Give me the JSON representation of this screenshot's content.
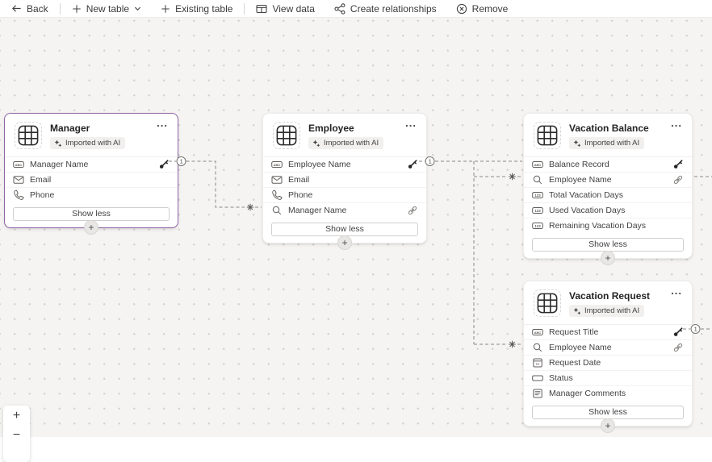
{
  "toolbar": {
    "back_label": "Back",
    "new_table_label": "New table",
    "existing_table_label": "Existing table",
    "view_data_label": "View data",
    "create_relationships_label": "Create relationships",
    "remove_label": "Remove"
  },
  "badge_label": "Imported with AI",
  "show_less_label": "Show less",
  "menu_label": "...",
  "add_field_label": "+",
  "connector": {
    "one_label": "1"
  },
  "zoom_controls": {
    "zoom_in_label": "+",
    "zoom_out_label": "−"
  },
  "tables": [
    {
      "name": "Manager",
      "badge": "Imported with AI",
      "selected": true,
      "fields": [
        {
          "label": "Manager Name",
          "icon": "text-field-icon",
          "right_icon": "key-icon"
        },
        {
          "label": "Email",
          "icon": "email-icon"
        },
        {
          "label": "Phone",
          "icon": "phone-icon"
        }
      ]
    },
    {
      "name": "Employee",
      "badge": "Imported with AI",
      "selected": false,
      "fields": [
        {
          "label": "Employee Name",
          "icon": "text-field-icon",
          "right_icon": "key-icon"
        },
        {
          "label": "Email",
          "icon": "email-icon"
        },
        {
          "label": "Phone",
          "icon": "phone-icon"
        },
        {
          "label": "Manager Name",
          "icon": "lookup-icon",
          "right_icon": "link-icon"
        }
      ]
    },
    {
      "name": "Vacation Balance",
      "badge": "Imported with AI",
      "selected": false,
      "fields": [
        {
          "label": "Balance Record",
          "icon": "text-field-icon",
          "right_icon": "key-icon"
        },
        {
          "label": "Employee Name",
          "icon": "lookup-icon",
          "right_icon": "link-icon"
        },
        {
          "label": "Total Vacation Days",
          "icon": "number-icon"
        },
        {
          "label": "Used Vacation Days",
          "icon": "number-icon"
        },
        {
          "label": "Remaining Vacation Days",
          "icon": "number-icon"
        }
      ]
    },
    {
      "name": "Vacation Request",
      "badge": "Imported with AI",
      "selected": false,
      "fields": [
        {
          "label": "Request Title",
          "icon": "text-field-icon",
          "right_icon": "key-icon"
        },
        {
          "label": "Employee Name",
          "icon": "lookup-icon",
          "right_icon": "link-icon"
        },
        {
          "label": "Request Date",
          "icon": "date-icon"
        },
        {
          "label": "Status",
          "icon": "choice-icon"
        },
        {
          "label": "Manager Comments",
          "icon": "multiline-icon"
        }
      ]
    }
  ],
  "relationships": [
    {
      "from": "Manager.Manager Name",
      "to": "Employee.Manager Name",
      "cardinality": "one-to-many"
    },
    {
      "from": "Employee.Employee Name",
      "to": "Vacation Balance.Employee Name",
      "cardinality": "one-to-many"
    },
    {
      "from": "Employee.Employee Name",
      "to": "Vacation Request.Employee Name",
      "cardinality": "one-to-many"
    },
    {
      "from": "Vacation Request.Request Title",
      "to": "(off-screen right)",
      "cardinality": "one-to-many"
    }
  ],
  "colors": {
    "accent_purple": "#9166a5",
    "canvas_bg": "#f5f4f2",
    "dash": "#8a8886"
  }
}
